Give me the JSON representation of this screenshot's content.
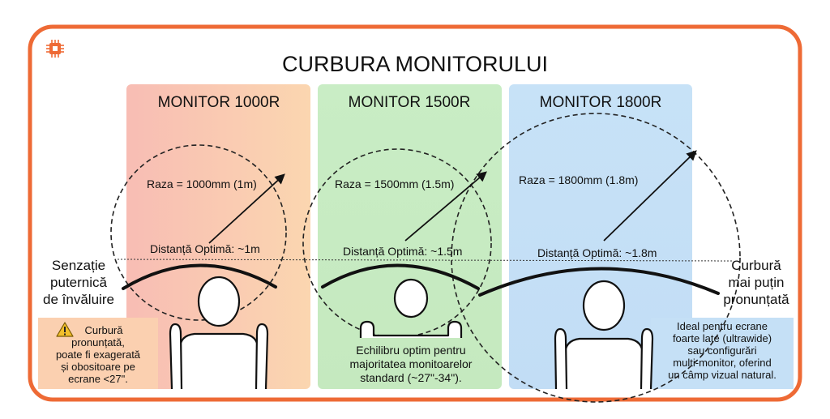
{
  "title": "CURBURA MONITORULUI",
  "logo_icon": "chip-icon",
  "colors": {
    "frame_border": "#ee6a35",
    "panel_red": "#f8c3b6",
    "panel_orange": "#fbd2b2",
    "panel_green": "#c8ecc2",
    "panel_blue": "#c5e0f6",
    "warning": "#f2c02c"
  },
  "panels": [
    {
      "label": "MONITOR 1000R",
      "radius_label": "Raza = 1000mm (1m)",
      "distance_label": "Distanță Optimă: ~1m"
    },
    {
      "label": "MONITOR 1500R",
      "radius_label": "Raza = 1500mm (1.5m)",
      "distance_label": "Distanță Optimă: ~1.5m"
    },
    {
      "label": "MONITOR 1800R",
      "radius_label": "Raza = 1800mm (1.8m)",
      "distance_label": "Distanță Optimă: ~1.8m"
    }
  ],
  "side_labels": {
    "left": [
      "Senzație",
      "puternică",
      "de învăluire"
    ],
    "right": [
      "Curbură",
      "mai puțin",
      "pronunțată"
    ]
  },
  "notes": {
    "warning_icon": "warning-icon",
    "left": [
      "Curbură",
      "pronunțată,",
      "poate fi exagerată",
      "și obositoare pe",
      "ecrane <27\"."
    ],
    "middle": [
      "Echilibru optim pentru",
      "majoritatea monitoarelor",
      "standard (~27\"-34\")."
    ],
    "right": [
      "Ideal pentru ecrane",
      "foarte late (ultrawide)",
      "sau configurări",
      "multi-monitor, oferind",
      "un câmp vizual natural."
    ]
  }
}
